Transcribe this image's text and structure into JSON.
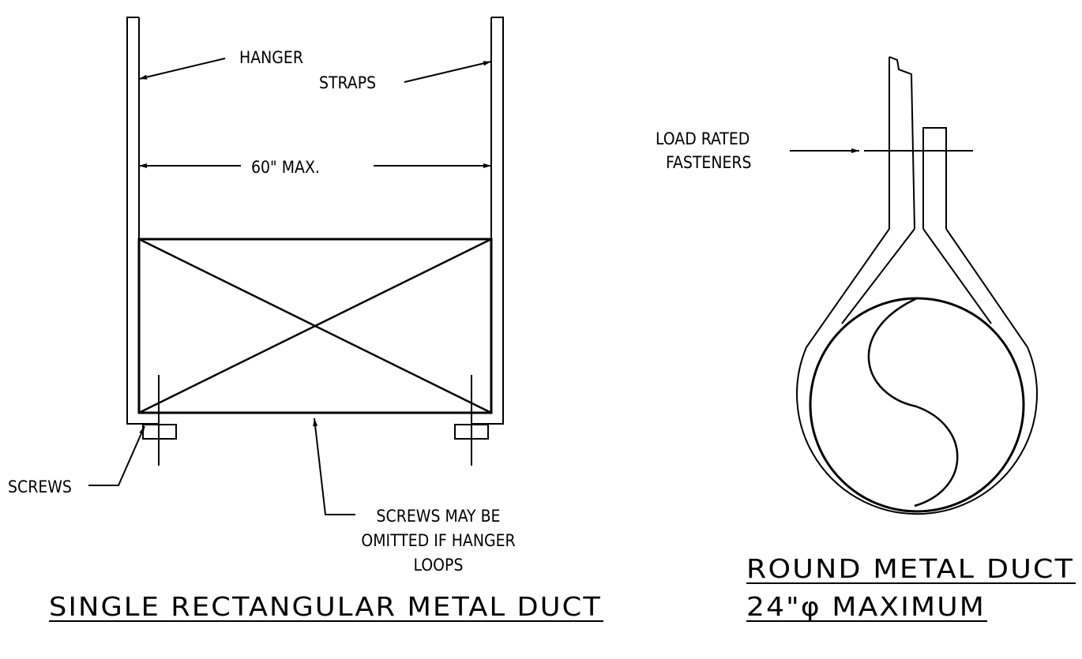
{
  "rect_detail": {
    "label_hanger": "HANGER",
    "label_straps": "STRAPS",
    "label_dimension": "60\" MAX.",
    "label_screws": "SCREWS",
    "note_line1": "SCREWS MAY BE",
    "note_line2": "OMITTED IF HANGER",
    "note_line3": "LOOPS",
    "title": "SINGLE RECTANGULAR METAL DUCT"
  },
  "round_detail": {
    "label_load_line1": "LOAD RATED",
    "label_load_line2": "FASTENERS",
    "title_line1": "ROUND METAL DUCT",
    "title_line2": "24\"φ MAXIMUM"
  },
  "colors": {
    "line": "#000000",
    "background": "#ffffff"
  }
}
